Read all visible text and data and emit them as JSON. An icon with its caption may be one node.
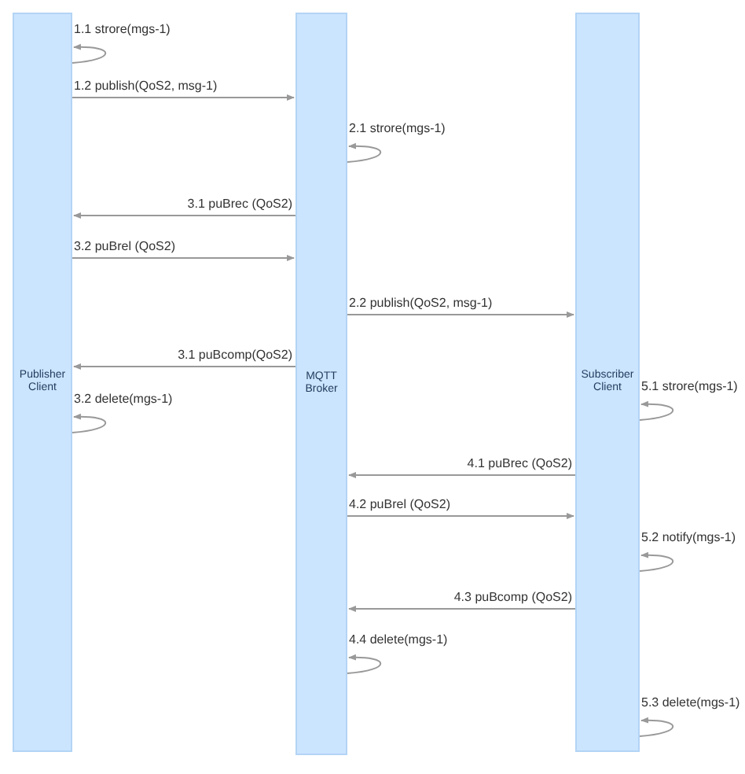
{
  "diagram": {
    "nodes": [
      {
        "text": [
          "Publisher Client"
        ]
      },
      {
        "text": [
          "MQTT Broker"
        ]
      },
      {
        "text": [
          "Subscriber Client"
        ]
      }
    ],
    "edges": [
      {
        "from": 0,
        "to": 0,
        "arrow": "to",
        "label": "1.1 strore(mgs-1)"
      },
      {
        "from": 0,
        "to": 1,
        "arrow": "to",
        "label": "1.2 publish(QoS2, msg-1)"
      },
      {
        "from": 1,
        "to": 1,
        "arrow": "to",
        "label": "2.1 strore(mgs-1)"
      },
      {
        "from": 1,
        "to": 0,
        "arrow": "to",
        "label": "3.1 puBrec (QoS2)"
      },
      {
        "from": 0,
        "to": 1,
        "arrow": "to",
        "label": "3.2 puBrel (QoS2)"
      },
      {
        "from": 1,
        "to": 2,
        "arrow": "to",
        "label": "2.2 publish(QoS2, msg-1)"
      },
      {
        "from": 1,
        "to": 0,
        "arrow": "to",
        "label": "3.1 puBcomp(QoS2)"
      },
      {
        "from": 2,
        "to": 2,
        "arrow": "to",
        "label": "5.1 strore(mgs-1)"
      },
      {
        "from": 0,
        "to": 0,
        "arrow": "to",
        "label": "3.2 delete(mgs-1)"
      },
      {
        "from": 2,
        "to": 1,
        "arrow": "to",
        "label": "4.1 puBrec (QoS2)"
      },
      {
        "from": 1,
        "to": 2,
        "arrow": "to",
        "label": "4.2 puBrel (QoS2)"
      },
      {
        "from": 2,
        "to": 2,
        "arrow": "to",
        "label": "5.2 notify(mgs-1)"
      },
      {
        "from": 2,
        "to": 1,
        "arrow": "to",
        "label": "4.3 puBcomp (QoS2)"
      },
      {
        "from": 1,
        "to": 1,
        "arrow": "to",
        "label": "4.4 delete(mgs-1)"
      },
      {
        "from": 2,
        "to": 2,
        "arrow": "to",
        "label": "5.3 delete(mgs-1)"
      }
    ]
  }
}
